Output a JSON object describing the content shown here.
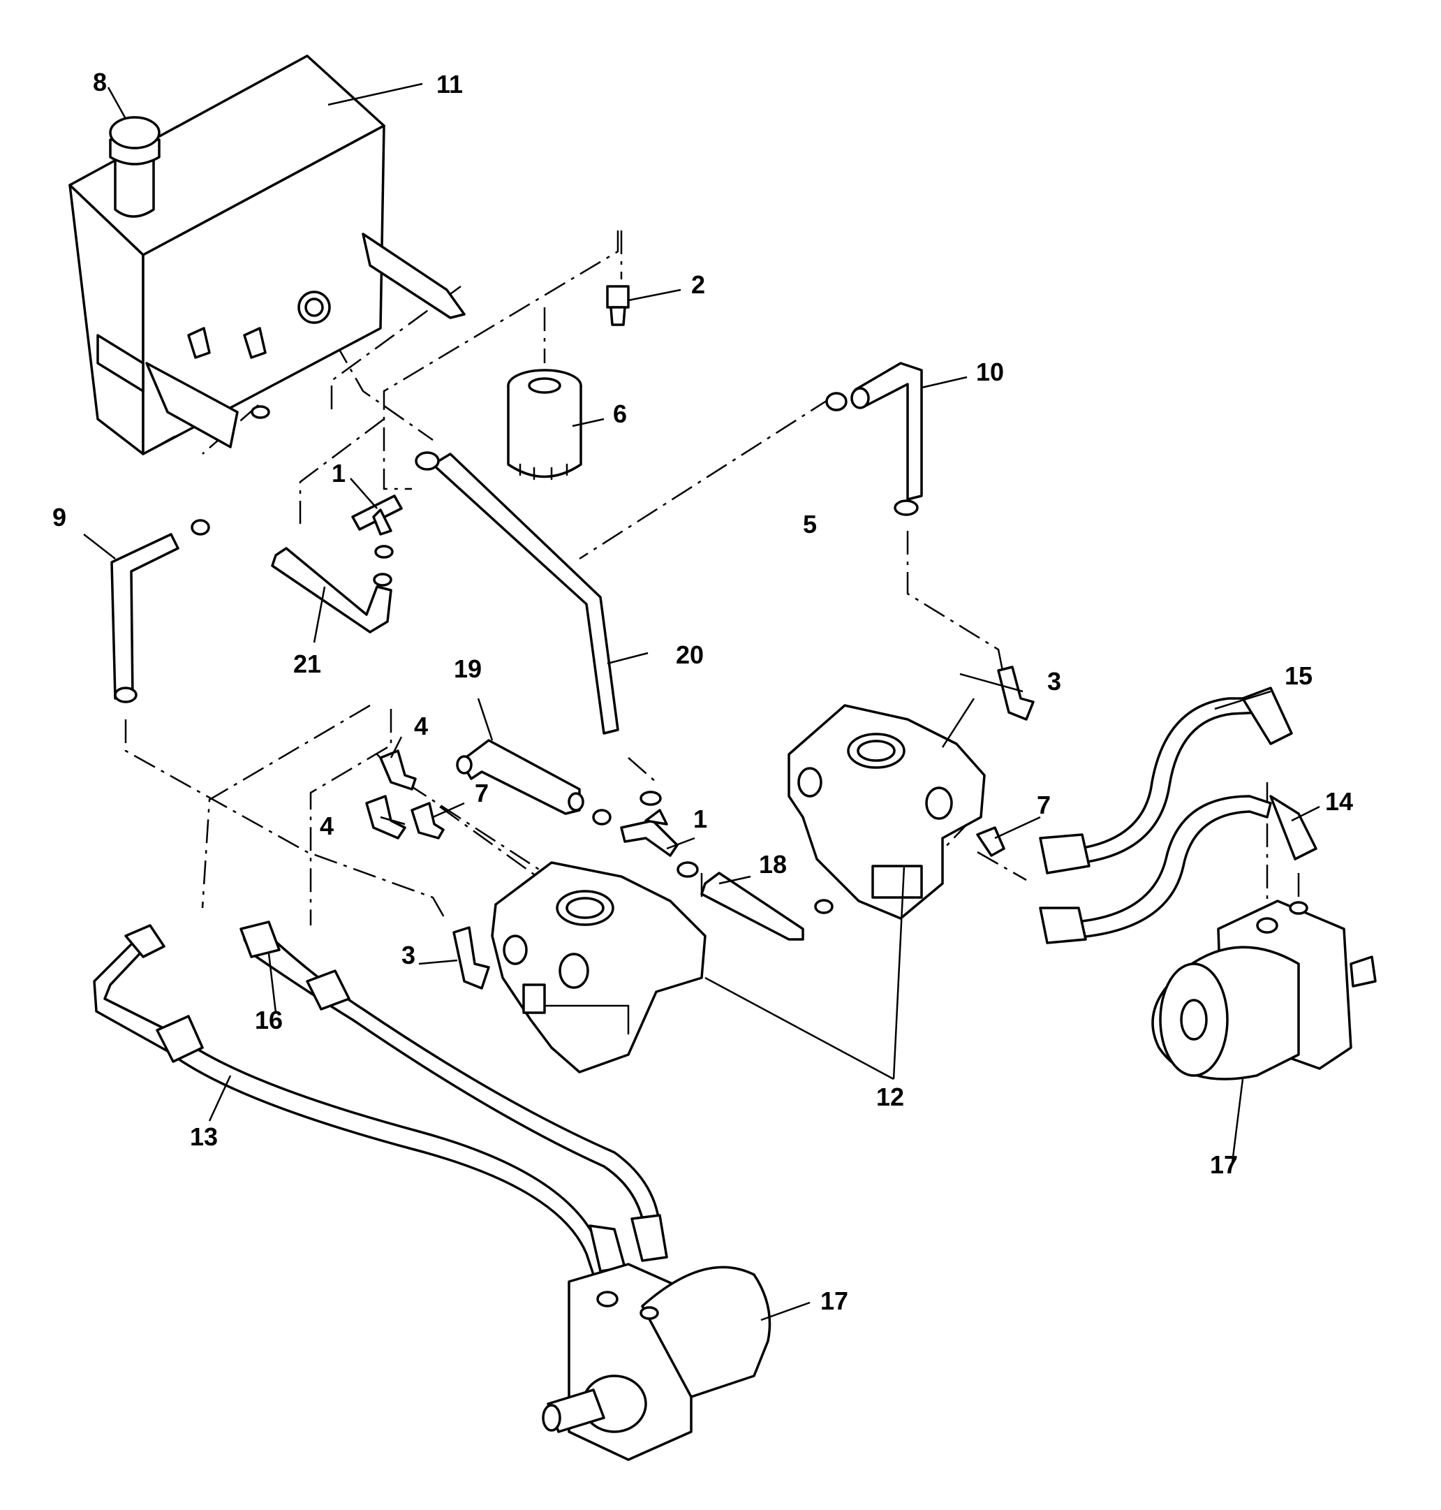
{
  "callouts": {
    "c1a": "1",
    "c1b": "1",
    "c2": "2",
    "c3a": "3",
    "c3b": "3",
    "c4a": "4",
    "c4b": "4",
    "c5": "5",
    "c6": "6",
    "c7a": "7",
    "c7b": "7",
    "c8": "8",
    "c9": "9",
    "c10": "10",
    "c11": "11",
    "c12": "12",
    "c13": "13",
    "c14": "14",
    "c15": "15",
    "c16": "16",
    "c17a": "17",
    "c17b": "17",
    "c18": "18",
    "c19": "19",
    "c20": "20",
    "c21": "21"
  },
  "colors": {
    "line": "#000000",
    "background": "#ffffff"
  }
}
